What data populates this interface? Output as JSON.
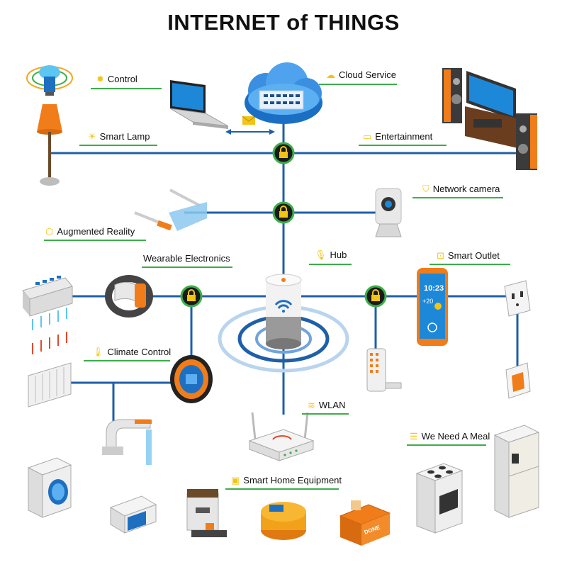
{
  "title": "INTERNET of THINGS",
  "labels": {
    "control": "Control",
    "cloud_service": "Cloud Service",
    "smart_lamp": "Smart Lamp",
    "entertainment": "Entertainment",
    "network_camera": "Network camera",
    "augmented_reality": "Augmented Reality",
    "wearable_electronics": "Wearable Electronics",
    "hub": "Hub",
    "smart_outlet": "Smart Outlet",
    "climate_control": "Climate Control",
    "wlan": "WLAN",
    "we_need_a_meal": "We Need A Meal",
    "smart_home_equipment": "Smart Home Equipment"
  },
  "phone": {
    "time": "10:23",
    "temp": "+20"
  },
  "toaster_label": "DONE",
  "colors": {
    "line_blue": "#1f5fa8",
    "accent_green": "#3cae4a",
    "lock_yellow": "#f2c416",
    "orange": "#f07d1a",
    "screen_blue": "#1e88d8"
  }
}
